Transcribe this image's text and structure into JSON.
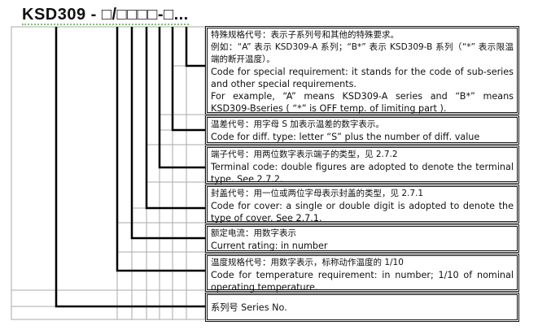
{
  "title": "KSD309 - □/□□□□-□...",
  "boxes": [
    {
      "zh": "特殊规格代号：表示子系列号和其他的特殊要求。",
      "zh2": "例如：“A” 表示 KSD309-A 系列；“B*” 表示 KSD309-B 系列（“*” 表示限温端的断开温度）。",
      "en": "Code for special requirement: it stands for the code of sub-series and other special requirements.",
      "en2": "For example, “A” means KSD309-A series and “B*” means KSD309-Bseries ( “*” is OFF temp. of limiting part )."
    },
    {
      "zh": "温差代号：用字母 S 加表示温差的数字表示。",
      "en": "Code for diff. type: letter “S” plus the number of diff. value"
    },
    {
      "zh": "端子代号：用两位数字表示端子的类型，见 2.7.2",
      "en": "Terminal code: double figures are adopted to denote the terminal type. See 2.7.2."
    },
    {
      "zh": "封盖代号：用一位或两位字母表示封盖的类型，见 2.7.1",
      "en": "Code for cover: a single or double digit is adopted to denote the type of cover. See 2.7.1."
    },
    {
      "zh": "额定电流：用数字表示",
      "en": "Current rating: in number"
    },
    {
      "zh": "温度规格代号：用数字表示，标称动作温度的 1/10",
      "en": "Code for temperature requirement: in number; 1/10 of nominal operating temperature."
    },
    {
      "zh": "系列号  Series No."
    }
  ]
}
